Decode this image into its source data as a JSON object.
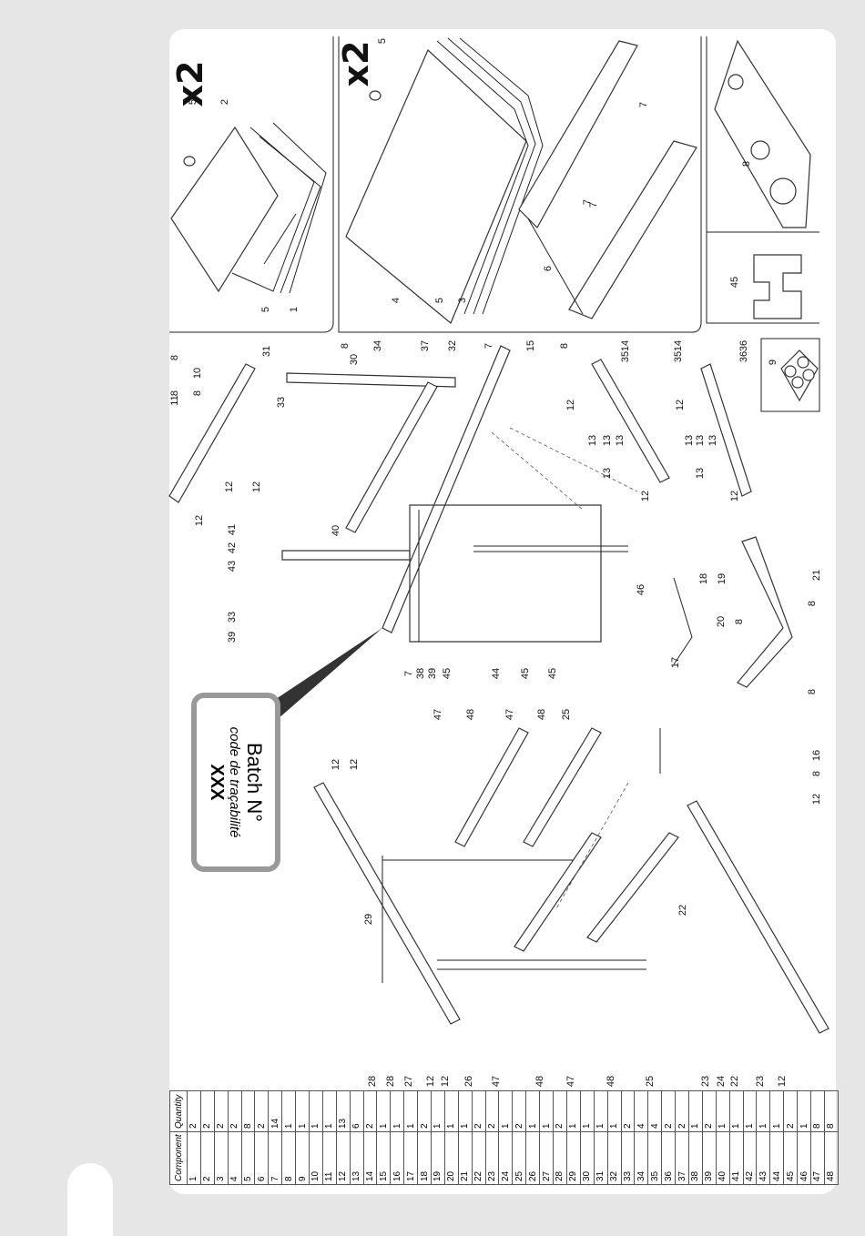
{
  "batch_box": {
    "title": "Batch N°",
    "subtitle": "code de traçabilité",
    "code": "XXX"
  },
  "multiplier": "x2",
  "table": {
    "headers": {
      "component": "Component",
      "quantity": "Quantity"
    },
    "rows": [
      [
        "1",
        "2"
      ],
      [
        "2",
        "2"
      ],
      [
        "3",
        "2"
      ],
      [
        "4",
        "2"
      ],
      [
        "5",
        "8"
      ],
      [
        "6",
        "2"
      ],
      [
        "7",
        "14"
      ],
      [
        "8",
        "1"
      ],
      [
        "9",
        "1"
      ],
      [
        "10",
        "1"
      ],
      [
        "11",
        "1"
      ],
      [
        "12",
        "13"
      ],
      [
        "13",
        "6"
      ],
      [
        "14",
        "2"
      ],
      [
        "15",
        "1"
      ],
      [
        "16",
        "1"
      ],
      [
        "17",
        "1"
      ],
      [
        "18",
        "2"
      ],
      [
        "19",
        "1"
      ],
      [
        "20",
        "1"
      ],
      [
        "21",
        "1"
      ],
      [
        "22",
        "2"
      ],
      [
        "23",
        "2"
      ],
      [
        "24",
        "1"
      ],
      [
        "25",
        "2"
      ],
      [
        "26",
        "1"
      ],
      [
        "27",
        "1"
      ],
      [
        "28",
        "2"
      ],
      [
        "29",
        "1"
      ],
      [
        "30",
        "1"
      ],
      [
        "31",
        "1"
      ],
      [
        "32",
        "1"
      ],
      [
        "33",
        "2"
      ],
      [
        "34",
        "4"
      ],
      [
        "35",
        "4"
      ],
      [
        "36",
        "2"
      ],
      [
        "37",
        "2"
      ],
      [
        "38",
        "1"
      ],
      [
        "39",
        "2"
      ],
      [
        "40",
        "1"
      ],
      [
        "41",
        "1"
      ],
      [
        "42",
        "1"
      ],
      [
        "43",
        "1"
      ],
      [
        "44",
        "1"
      ],
      [
        "45",
        "2"
      ],
      [
        "46",
        "1"
      ],
      [
        "47",
        "8"
      ],
      [
        "48",
        "8"
      ]
    ]
  },
  "callouts": {
    "panel1": [
      "5",
      "2",
      "5",
      "1"
    ],
    "panel2": [
      "5",
      "4",
      "5",
      "3",
      "6",
      "7",
      "7",
      "7"
    ],
    "panel3": [
      "8"
    ],
    "panel4": [
      "45"
    ],
    "panel5": [
      "9"
    ],
    "upper": [
      "8",
      "10",
      "8",
      "8",
      "11",
      "12",
      "12",
      "12",
      "31",
      "33",
      "8",
      "30",
      "34",
      "37",
      "32",
      "7",
      "15",
      "8",
      "12",
      "14",
      "35",
      "36",
      "13",
      "13",
      "13",
      "13",
      "12",
      "14",
      "35",
      "36",
      "12",
      "13",
      "13",
      "13",
      "13",
      "12",
      "43",
      "42",
      "41",
      "40",
      "39",
      "33",
      "7",
      "38",
      "39",
      "45",
      "44",
      "45",
      "45",
      "46",
      "18",
      "19",
      "20",
      "8",
      "21",
      "8",
      "17",
      "8"
    ],
    "lower": [
      "12",
      "12",
      "29",
      "47",
      "48",
      "47",
      "48",
      "25",
      "16",
      "8",
      "12",
      "28",
      "28",
      "27",
      "12",
      "12",
      "26",
      "47",
      "48",
      "47",
      "48",
      "25",
      "22",
      "23",
      "24",
      "22",
      "23",
      "12"
    ]
  }
}
